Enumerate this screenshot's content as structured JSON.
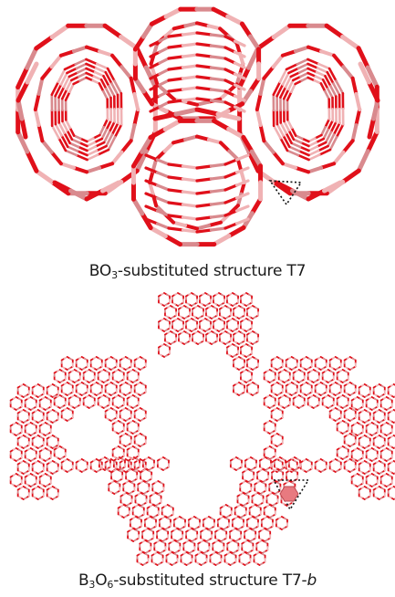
{
  "panels": [
    {
      "caption": {
        "pre": "BO",
        "sub": "3",
        "post": "-substituted structure T7",
        "sub2": "",
        "post2": "",
        "italic": ""
      }
    },
    {
      "caption": {
        "pre": "B",
        "sub": "3",
        "post": "O",
        "sub2": "6",
        "post2": "-substituted structure T7-",
        "italic": "b"
      }
    }
  ],
  "colors": {
    "oxygen": "#e0101a",
    "boron": "#f0b2b4",
    "boron_dark": "#d98a8e",
    "highlight": "#e87a80"
  }
}
